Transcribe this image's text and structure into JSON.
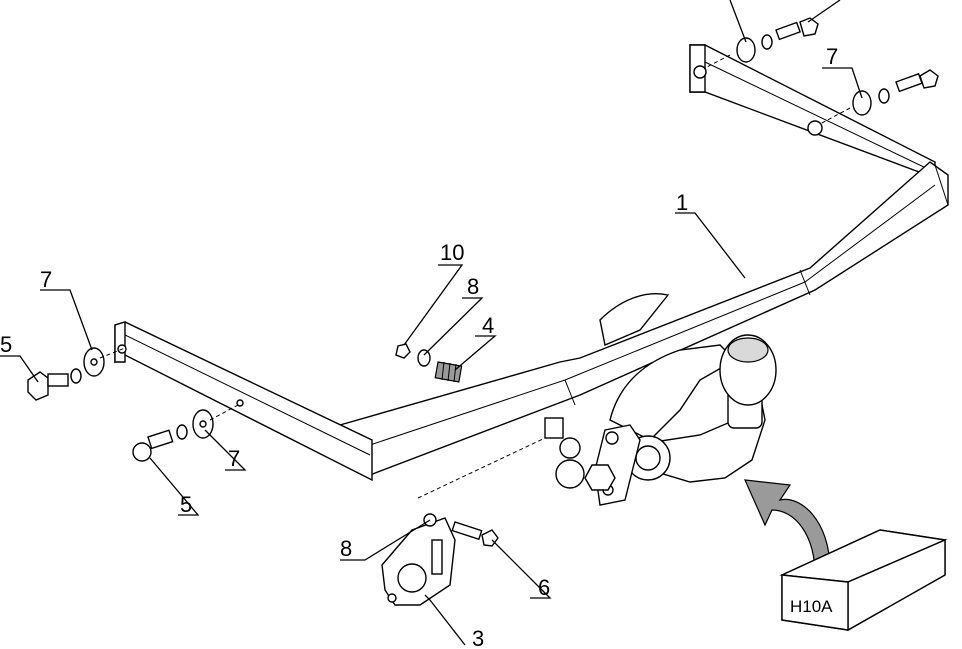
{
  "callouts": {
    "c1": "1",
    "c3": "3",
    "c4": "4",
    "c5_left": "5",
    "c5_bottom": "5",
    "c6": "6",
    "c7_left": "7",
    "c7_right": "7",
    "c7_bottom": "7",
    "c8_top": "8",
    "c8_bottom": "8",
    "c10": "10"
  },
  "model_box": {
    "label": "H10A"
  }
}
